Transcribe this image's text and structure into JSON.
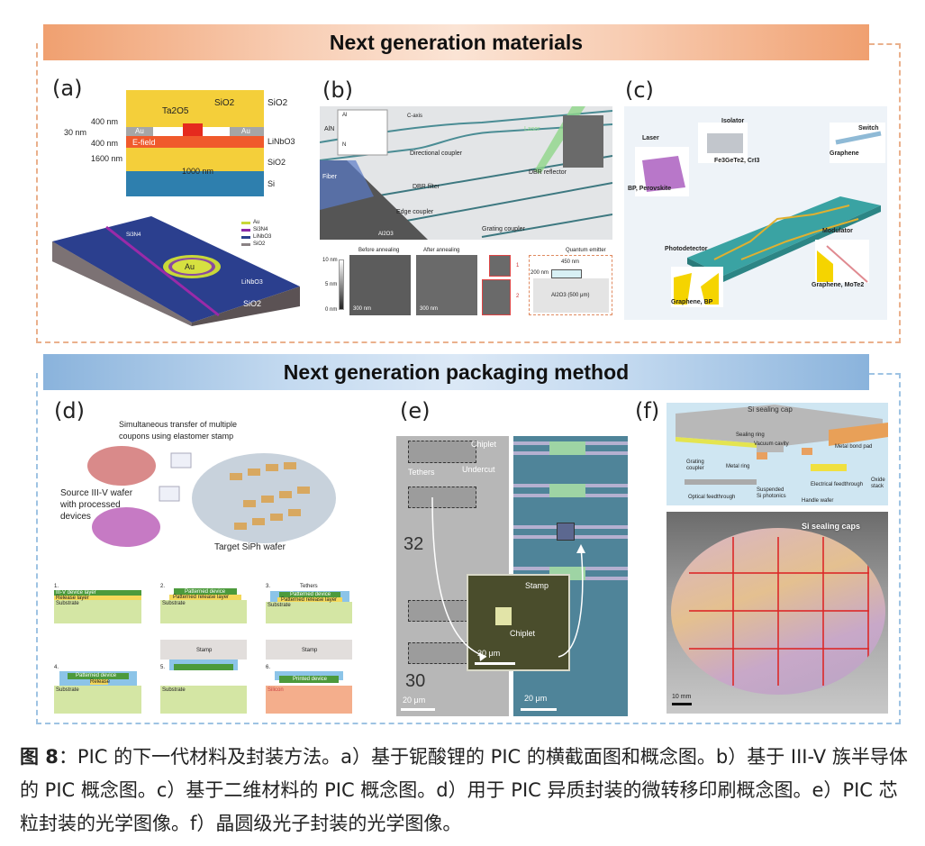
{
  "materials": {
    "title": "Next generation materials",
    "panel_a": {
      "label": "(a)",
      "dims": [
        "400 nm",
        "30 nm",
        "400 nm",
        "1600 nm",
        "1000 nm"
      ],
      "layers_right": [
        "SiO2",
        "LiNbO3",
        "SiO2",
        "Si"
      ],
      "ta2o5": "Ta2O5",
      "sio2_top": "SiO2",
      "au": "Au",
      "efield": "E-field",
      "legend": [
        "Au",
        "Si3N4",
        "LiNbO3",
        "SiO2"
      ],
      "ring_au": "Au",
      "waveguide": "Si3N4",
      "block_top": "LiNbO3",
      "block_side": "SiO2"
    },
    "panel_b": {
      "label": "(b)",
      "aln": "AlN",
      "al": "Al",
      "n": "N",
      "caxis": "C-axis",
      "laser": "Laser",
      "directional_coupler": "Directional coupler",
      "dbr_reflector": "DBR reflector",
      "fiber": "Fiber",
      "dbr_filter": "DBR filter",
      "edge_coupler": "Edge coupler",
      "grating_coupler": "Grating coupler",
      "substrate": "Al2O3",
      "scale": [
        "10 nm",
        "5 nm",
        "0 nm"
      ],
      "before": "Before annealing",
      "after": "After annealing",
      "scalebar": "300 nm",
      "inset1": "1",
      "inset2": "2",
      "quantum_emitter": "Quantum emitter",
      "w450": "450 nm",
      "h200": "200 nm",
      "al2o3_500": "Al2O3 (500 μm)"
    },
    "panel_c": {
      "label": "(c)",
      "laser": "Laser",
      "laser_mat": "BP, Perovskite",
      "isolator": "Isolator",
      "isolator_mat": "Fe3GeTe2, CrI3",
      "switch": "Switch",
      "switch_mat": "Graphene",
      "modulator": "Modulator",
      "modulator_mat": "Graphene, MoTe2",
      "photodetector": "Photodetector",
      "photodetector_mat": "Graphene, BP"
    }
  },
  "packaging": {
    "title": "Next generation packaging method",
    "panel_d": {
      "label": "(d)",
      "transfer": [
        "Simultaneous transfer of multiple",
        "coupons using elastomer stamp"
      ],
      "source": [
        "Source III-V wafer",
        "with processed",
        "devices"
      ],
      "target": "Target SiPh wafer",
      "steps": [
        "1.",
        "2.",
        "3.",
        "4.",
        "5.",
        "6."
      ],
      "iiiv_layer": "III-V device layer",
      "release_layer": "Release layer",
      "substrate": "Substrate",
      "patterned_device": "Patterned device",
      "patterned_release": "Patterned release layer",
      "tethers": "Tethers",
      "stamp": "Stamp",
      "release": "Release",
      "printed_device": "Printed device",
      "silicon": "Silicon"
    },
    "panel_e": {
      "label": "(e)",
      "chiplet": "Chiplet",
      "tethers": "Tethers",
      "undercut": "Undercut",
      "marker32": "32",
      "marker30": "30",
      "stamp": "Stamp",
      "scalebar": "20 μm"
    },
    "panel_f": {
      "label": "(f)",
      "cap": "Si sealing cap",
      "sealing_ring": "Sealing ring",
      "vacuum": "Vacuum cavity",
      "bond_pad": "Metal bond pad",
      "grating": [
        "Grating",
        "coupler"
      ],
      "metal_ring": "Metal ring",
      "optical": "Optical feedthrough",
      "suspended": [
        "Suspended",
        "Si photonics"
      ],
      "handle": "Handle wafer",
      "electrical": "Electrical feedthrough",
      "oxide": [
        "Oxide",
        "stack"
      ],
      "caps": "Si sealing caps",
      "scalebar": "10 mm"
    }
  },
  "caption": {
    "fig": "图 8",
    "text": "：PIC 的下一代材料及封装方法。a）基于铌酸锂的 PIC 的横截面图和概念图。b）基于 III-V 族半导体的 PIC 概念图。c）基于二维材料的 PIC 概念图。d）用于 PIC 异质封装的微转移印刷概念图。e）PIC 芯粒封装的光学图像。f）晶圆级光子封装的光学图像。"
  }
}
